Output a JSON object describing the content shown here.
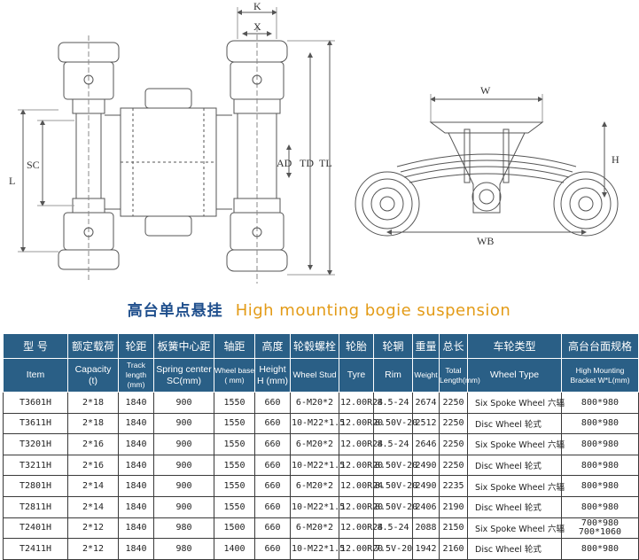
{
  "drawing": {
    "dimension_labels": {
      "k": "K",
      "x": "X",
      "l": "L",
      "sc": "SC",
      "ad": "AD",
      "td": "TD",
      "tl": "TL",
      "w": "W",
      "h": "H",
      "wb": "WB"
    }
  },
  "title": {
    "cn": "高台单点悬挂",
    "en": "High mounting bogie suspension"
  },
  "table": {
    "header_cn": [
      "型 号",
      "额定载荷",
      "轮距",
      "板簧中心距",
      "轴距",
      "高度",
      "轮毂螺栓",
      "轮胎",
      "轮辋",
      "重量",
      "总长",
      "车轮类型",
      "高台台面规格"
    ],
    "header_en": [
      [
        "Item"
      ],
      [
        "Capacity",
        "(t)"
      ],
      [
        "Track length",
        "(mm)"
      ],
      [
        "Spring center",
        "SC(mm)"
      ],
      [
        "Wheel base",
        "( mm)"
      ],
      [
        "Height",
        "H (mm)"
      ],
      [
        "Wheel Stud"
      ],
      [
        "Tyre"
      ],
      [
        "Rim"
      ],
      [
        "Weight"
      ],
      [
        "Total",
        "Length(mm)"
      ],
      [
        "Wheel Type"
      ],
      [
        "High Mounting",
        "Bracket W*L(mm)"
      ]
    ],
    "rows": [
      [
        "T3601H",
        "2*18",
        "1840",
        "900",
        "1550",
        "660",
        "6-M20*2",
        "12.00R24",
        "8.5-24",
        "2674",
        "2250",
        "Six Spoke Wheel 六辐",
        "800*980"
      ],
      [
        "T3611H",
        "2*18",
        "1840",
        "900",
        "1550",
        "660",
        "10-M22*1.5",
        "12.00R20",
        "8.50V-20",
        "2512",
        "2250",
        "Disc Wheel  轮式",
        "800*980"
      ],
      [
        "T3201H",
        "2*16",
        "1840",
        "900",
        "1550",
        "660",
        "6-M20*2",
        "12.00R24",
        "8.5-24",
        "2646",
        "2250",
        "Six Spoke Wheel 六辐",
        "800*980"
      ],
      [
        "T3211H",
        "2*16",
        "1840",
        "900",
        "1550",
        "660",
        "10-M22*1.5",
        "12.00R20",
        "8.50V-20",
        "2490",
        "2250",
        "Disc Wheel  轮式",
        "800*980"
      ],
      [
        "T2801H",
        "2*14",
        "1840",
        "900",
        "1550",
        "660",
        "6-M20*2",
        "12.00R24",
        "8.50V-20",
        "2490",
        "2235",
        "Six Spoke Wheel 六辐",
        "800*980"
      ],
      [
        "T2811H",
        "2*14",
        "1840",
        "900",
        "1550",
        "660",
        "10-M22*1.5",
        "12.00R20",
        "8.50V-20",
        "2406",
        "2190",
        "Disc Wheel  轮式",
        "800*980"
      ],
      [
        "T2401H",
        "2*12",
        "1840",
        "980",
        "1500",
        "660",
        "6-M20*2",
        "12.00R24",
        "8.5-24",
        "2088",
        "2150",
        "Six Spoke Wheel  六辐",
        "700*980"
      ],
      [
        "T2411H",
        "2*12",
        "1840",
        "980",
        "1400",
        "660",
        "10-M22*1.5",
        "12.00R20",
        "7.5V-20",
        "1942",
        "2160",
        "Disc Wheel 轮式",
        "800*980"
      ]
    ],
    "shared_bracket": "700*1060"
  }
}
